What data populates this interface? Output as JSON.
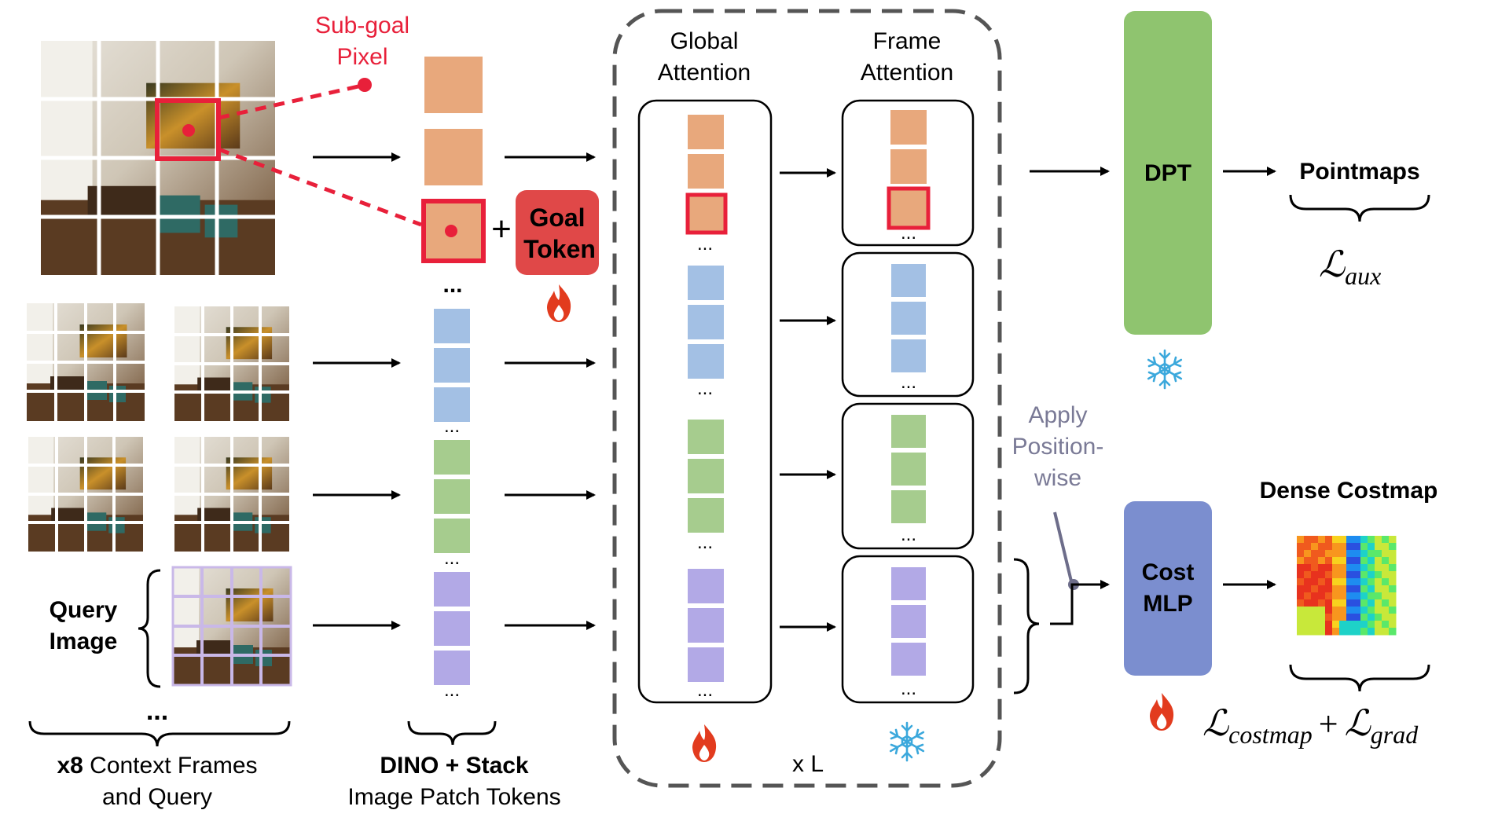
{
  "subgoal": {
    "line1": "Sub-goal",
    "line2": "Pixel"
  },
  "goal_token": {
    "line1": "Goal",
    "line2": "Token"
  },
  "plus": "+",
  "ellipsis": "...",
  "attention": {
    "global_line1": "Global",
    "global_line2": "Attention",
    "frame_line1": "Frame",
    "frame_line2": "Attention",
    "repeat": "x L"
  },
  "dpt": "DPT",
  "pointmaps": "Pointmaps",
  "loss_aux": {
    "symbol": "ℒ",
    "sub": "aux"
  },
  "apply": {
    "line1": "Apply",
    "line2": "Position-",
    "line3": "wise"
  },
  "cost_mlp": {
    "line1": "Cost",
    "line2": "MLP"
  },
  "dense_costmap": "Dense Costmap",
  "loss_costmap": {
    "symbol": "ℒ",
    "sub": "costmap",
    "plus": "+",
    "sub2": "grad"
  },
  "query_image": {
    "line1": "Query",
    "line2": "Image"
  },
  "context_caption": {
    "bold": "x8",
    "rest": " Context Frames",
    "line2": "and Query"
  },
  "dino_caption": {
    "line1": "DINO + Stack",
    "line2": "Image Patch Tokens"
  },
  "colors": {
    "orange_token": "#E8A87C",
    "blue_token": "#A3C0E4",
    "green_token": "#A6CC8E",
    "purple_token": "#B2A9E6",
    "goal_red": "#E04848",
    "dpt_green": "#8FC46F",
    "cost_blue": "#7B8ECF",
    "fire": "#E23B1E",
    "snow": "#3BA8DC",
    "apply_text": "#7A7A96"
  },
  "icons": [
    "fire-icon",
    "snowflake-icon"
  ]
}
